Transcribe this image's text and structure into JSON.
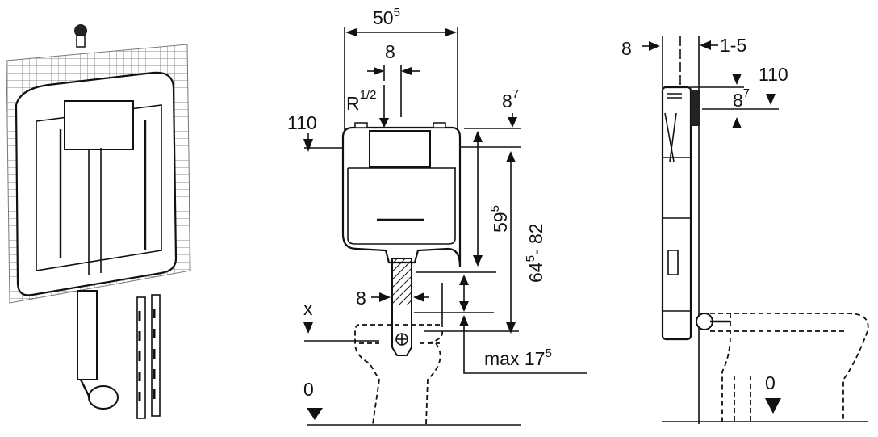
{
  "front_view": {
    "width": {
      "base": "50",
      "sup": "5"
    },
    "inlet_offset": "8",
    "inlet_thread": {
      "base": "R",
      "sup": "1/2"
    },
    "top_offset": {
      "base": "8",
      "sup": "7"
    },
    "inlet_height": "110",
    "tank_height": {
      "base": "59",
      "sup": "5"
    },
    "height_range": {
      "base": "64",
      "sup": "5",
      "rest": "- 82"
    },
    "pipe_width": "8",
    "x_label": "x",
    "max_label": {
      "base": "max 17",
      "sup": "5"
    },
    "floor_label": "0"
  },
  "side_view": {
    "wall": "8",
    "gap": "1-5",
    "inlet_height": "110",
    "top_offset": {
      "base": "8",
      "sup": "7"
    },
    "floor_label": "0"
  }
}
